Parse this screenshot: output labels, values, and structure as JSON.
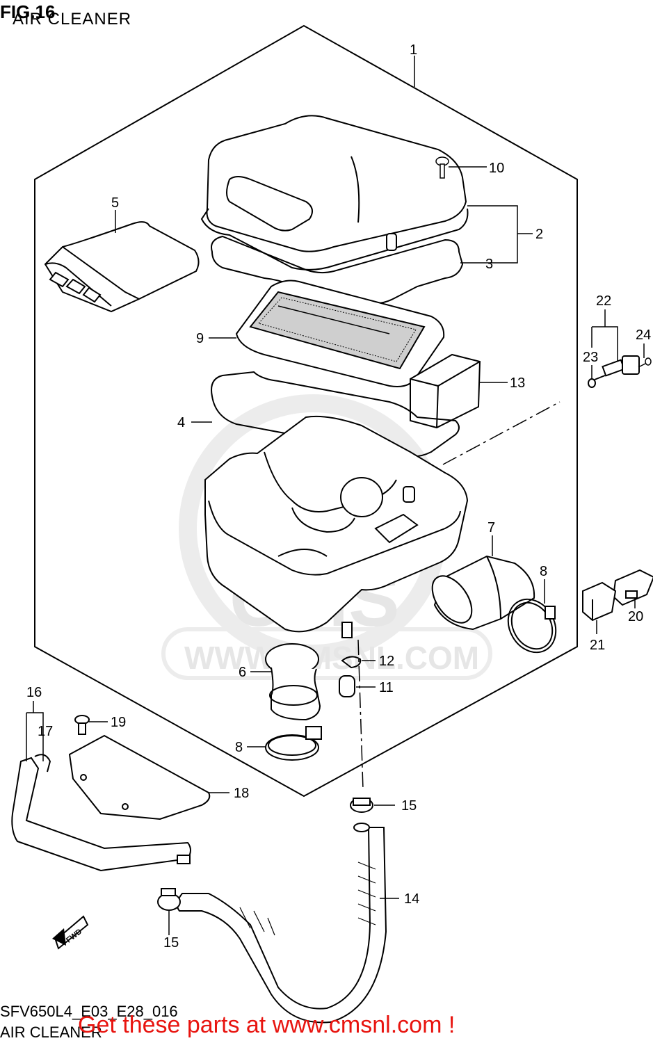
{
  "header": {
    "fig": "FIG.16",
    "subtitle": "AIR CLEANER"
  },
  "footer": {
    "code": "SFV650L4_E03_E28_016",
    "name": "AIR CLEANER"
  },
  "promo": "Get these parts at www.cmsnl.com !",
  "watermark": {
    "brand": "CMS",
    "url": "WWW.CMSNL.COM"
  },
  "fwd_label": "FWD",
  "callouts": {
    "c1": "1",
    "c2": "2",
    "c3": "3",
    "c4": "4",
    "c5": "5",
    "c6": "6",
    "c7": "7",
    "c8a": "8",
    "c8b": "8",
    "c9": "9",
    "c10": "10",
    "c11": "11",
    "c12": "12",
    "c13": "13",
    "c14": "14",
    "c15a": "15",
    "c15b": "15",
    "c16": "16",
    "c17": "17",
    "c18": "18",
    "c19": "19",
    "c20": "20",
    "c21": "21",
    "c22": "22",
    "c23": "23",
    "c24": "24"
  },
  "colors": {
    "promo": "#e8140f",
    "line": "#000000",
    "watermark": "#e6e6e6"
  }
}
